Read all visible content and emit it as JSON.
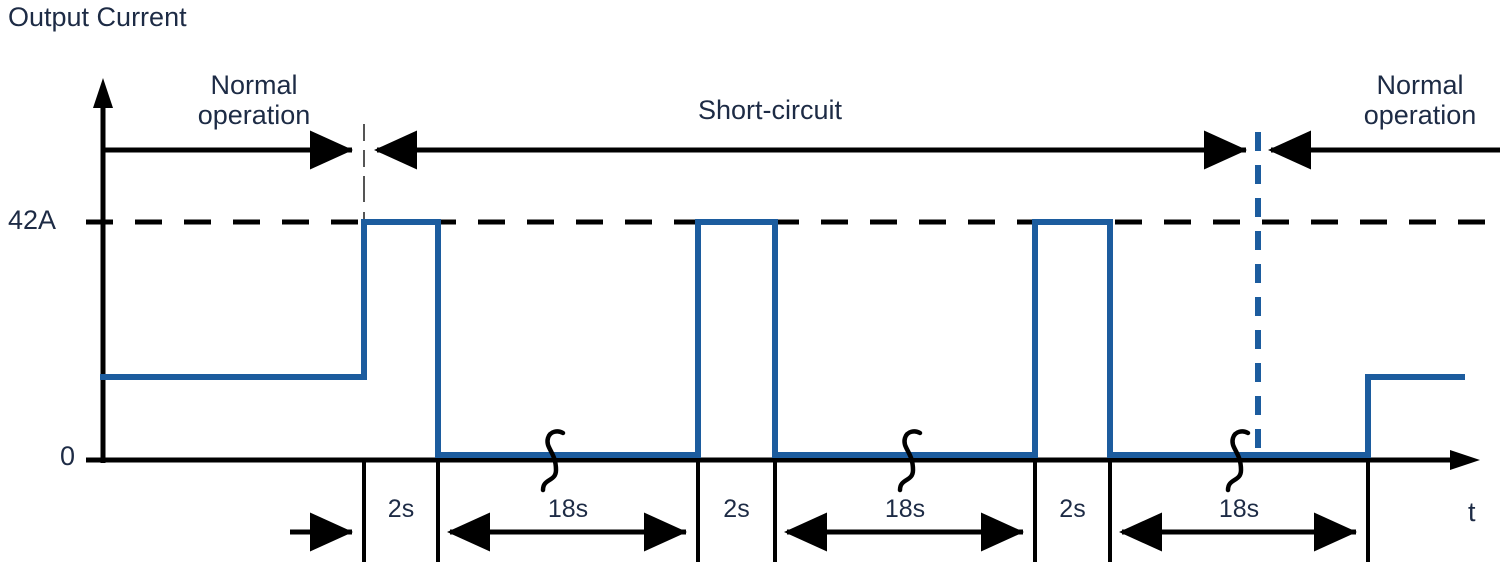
{
  "title": "Output Current",
  "axes": {
    "y_axis_label": "Output Current",
    "x_axis_label": "t",
    "y_ticks": [
      {
        "label": "42A",
        "value": 42
      },
      {
        "label": "0",
        "value": 0
      }
    ]
  },
  "phases": [
    {
      "name": "normal-operation-left",
      "label": "Normal\noperation",
      "line1": "Normal",
      "line2": "operation"
    },
    {
      "name": "short-circuit",
      "label": "Short-circuit",
      "line1": "Short-circuit",
      "line2": ""
    },
    {
      "name": "normal-operation-right",
      "label": "Normal\noperation",
      "line1": "Normal",
      "line2": "operation"
    }
  ],
  "timing_labels": [
    {
      "id": "t-pulse-1",
      "text": "2s"
    },
    {
      "id": "t-gap-1",
      "text": "18s"
    },
    {
      "id": "t-pulse-2",
      "text": "2s"
    },
    {
      "id": "t-gap-2",
      "text": "18s"
    },
    {
      "id": "t-pulse-3",
      "text": "2s"
    },
    {
      "id": "t-gap-3",
      "text": "18s"
    }
  ],
  "colors": {
    "waveform": "#1c5c9e",
    "text": "#1d2b45",
    "axis": "#000000",
    "divider_right": "#1c5c9e"
  },
  "chart_data": {
    "type": "line",
    "title": "Output Current",
    "xlabel": "t",
    "ylabel": "Output Current",
    "ylim": [
      0,
      52
    ],
    "grid": false,
    "legend": "none",
    "y_ticks": [
      0,
      42
    ],
    "y_tick_labels": [
      "0",
      "42A"
    ],
    "threshold_line": {
      "value": 42,
      "label": "42A",
      "style": "dashed"
    },
    "normal_current_level": 11,
    "segments": [
      {
        "phase": "Normal operation",
        "start_s": -20,
        "end_s": 0,
        "current": 11
      },
      {
        "phase": "Short-circuit",
        "start_s": 0,
        "end_s": 2,
        "current": 42
      },
      {
        "phase": "Short-circuit",
        "start_s": 2,
        "end_s": 20,
        "current": 0
      },
      {
        "phase": "Short-circuit",
        "start_s": 20,
        "end_s": 22,
        "current": 42
      },
      {
        "phase": "Short-circuit",
        "start_s": 22,
        "end_s": 40,
        "current": 0
      },
      {
        "phase": "Short-circuit",
        "start_s": 40,
        "end_s": 42,
        "current": 42
      },
      {
        "phase": "Short-circuit",
        "start_s": 42,
        "end_s": 60,
        "current": 0
      },
      {
        "phase": "Normal operation",
        "start_s": 60,
        "end_s": 80,
        "current": 11
      }
    ],
    "annotations": [
      {
        "text": "Normal operation",
        "region": "left"
      },
      {
        "text": "Short-circuit",
        "region": "middle"
      },
      {
        "text": "Normal operation",
        "region": "right"
      },
      {
        "text": "2s",
        "kind": "duration",
        "seconds": 2
      },
      {
        "text": "18s",
        "kind": "duration",
        "seconds": 18
      },
      {
        "text": "2s",
        "kind": "duration",
        "seconds": 2
      },
      {
        "text": "18s",
        "kind": "duration",
        "seconds": 18
      },
      {
        "text": "2s",
        "kind": "duration",
        "seconds": 2
      },
      {
        "text": "18s",
        "kind": "duration",
        "seconds": 18
      }
    ]
  }
}
